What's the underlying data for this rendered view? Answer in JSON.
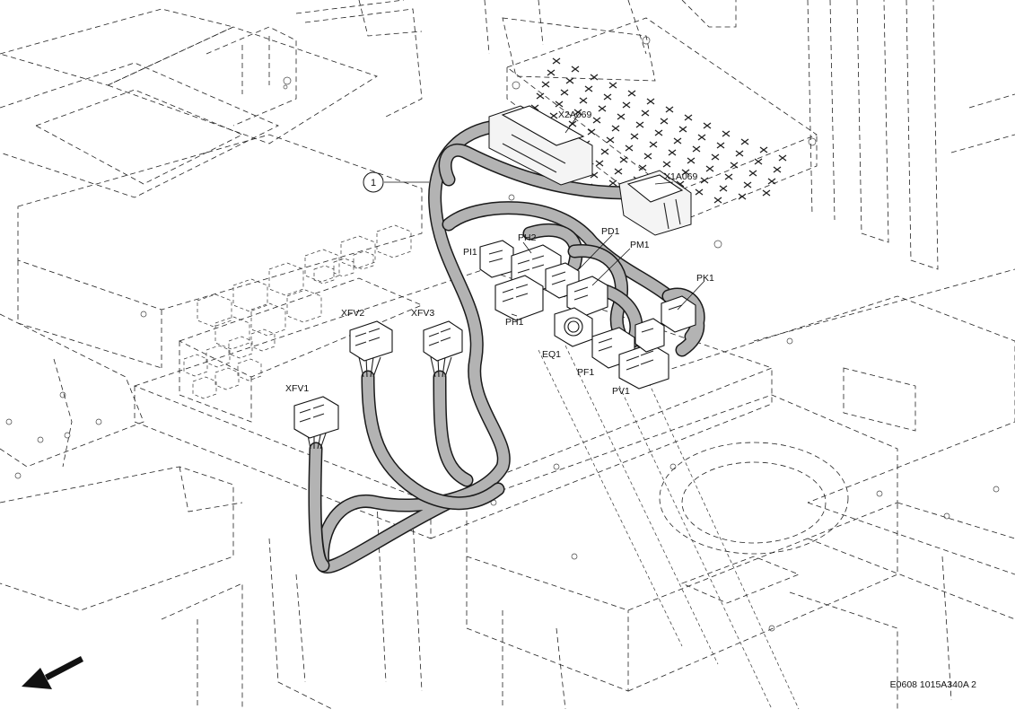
{
  "drawing": {
    "reference_code": "E0608 1015A340A 2",
    "callout_number": "1",
    "orientation_arrow": "arrow-icon"
  },
  "connectors": {
    "x2a069": "X2A069",
    "x1a069": "X1A069",
    "pd1": "PD1",
    "pm1": "PM1",
    "pi1": "PI1",
    "ph2": "PH2",
    "ph1": "PH1",
    "pk1": "PK1",
    "eq1": "EQ1",
    "pf1": "PF1",
    "pv1": "PV1",
    "xfv1": "XFV1",
    "xfv2": "XFV2",
    "xfv3": "XFV3"
  }
}
